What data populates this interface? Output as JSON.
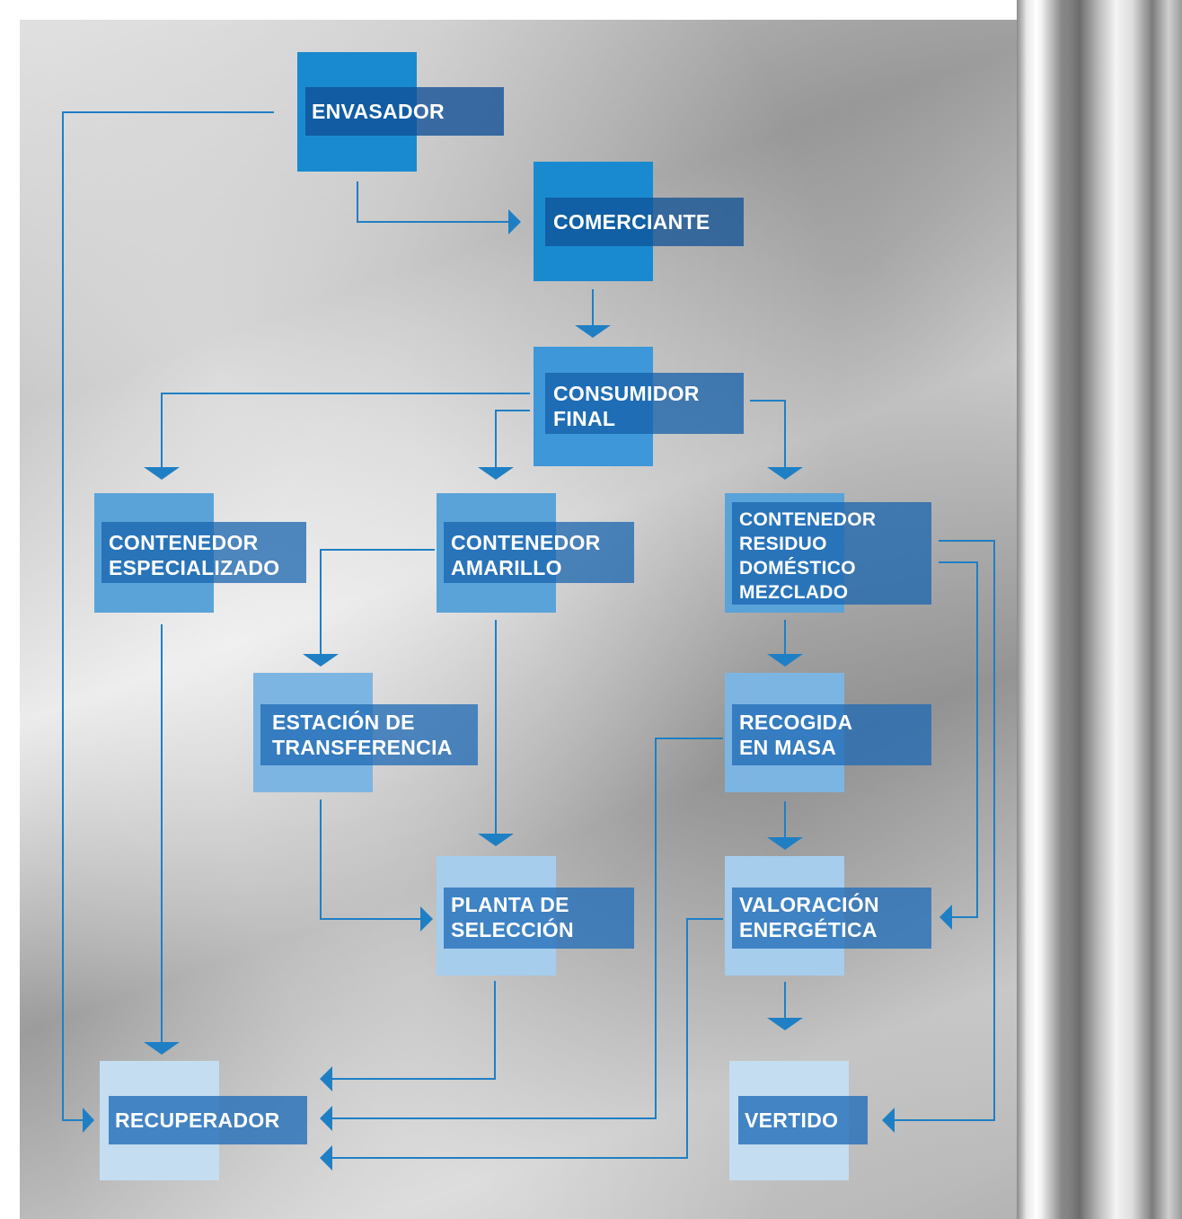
{
  "colors": {
    "line": "#1f7fc4",
    "dark_square": "#1a8ad0",
    "dark_band": "#0f5ea3",
    "mid_square": "#5aa3d8",
    "mid_band": "#1f6fb3",
    "light_square": "#a6cdec",
    "light_band": "#2a74b5"
  },
  "nodes": {
    "envasador": {
      "lines": [
        "ENVASADOR"
      ]
    },
    "comerciante": {
      "lines": [
        "COMERCIANTE"
      ]
    },
    "consumidor": {
      "lines": [
        "CONSUMIDOR",
        "FINAL"
      ]
    },
    "especializado": {
      "lines": [
        "CONTENEDOR",
        "ESPECIALIZADO"
      ]
    },
    "amarillo": {
      "lines": [
        "CONTENEDOR",
        "AMARILLO"
      ]
    },
    "mezclado": {
      "lines": [
        "CONTENEDOR",
        "RESIDUO",
        "DOMÉSTICO",
        "MEZCLADO"
      ]
    },
    "estacion": {
      "lines": [
        "ESTACIÓN DE",
        "TRANSFERENCIA"
      ]
    },
    "recogida": {
      "lines": [
        "RECOGIDA",
        "EN MASA"
      ]
    },
    "planta": {
      "lines": [
        "PLANTA DE",
        "SELECCIÓN"
      ]
    },
    "valoracion": {
      "lines": [
        "VALORACIÓN",
        "ENERGÉTICA"
      ]
    },
    "recuperador": {
      "lines": [
        "RECUPERADOR"
      ]
    },
    "vertido": {
      "lines": [
        "VERTIDO"
      ]
    }
  }
}
